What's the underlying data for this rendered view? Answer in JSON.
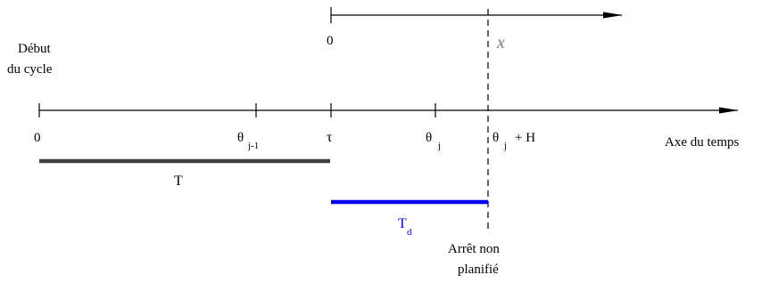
{
  "top_axis": {
    "origin_label": "0",
    "x_label": "x"
  },
  "start_label": {
    "line1": "Début",
    "line2": "du cycle"
  },
  "time_axis": {
    "label": "Axe du temps",
    "ticks": {
      "zero": "0",
      "theta_jm1": {
        "base": "θ",
        "sub": "j-1"
      },
      "tau": "τ",
      "theta_j": {
        "base": "θ",
        "sub": "j"
      },
      "theta_j_h": {
        "base": "θ",
        "sub": "j",
        "suffix": "+ H"
      }
    }
  },
  "bars": {
    "T": {
      "label": "T",
      "color": "#404040"
    },
    "Td": {
      "base": "T",
      "sub": "d",
      "color": "#0000ee"
    }
  },
  "event_label": {
    "line1": "Arrêt non",
    "line2": "planifié"
  },
  "colors": {
    "axis": "#000000",
    "x_label": "#7a7a7a",
    "td_label": "#0000ee"
  }
}
